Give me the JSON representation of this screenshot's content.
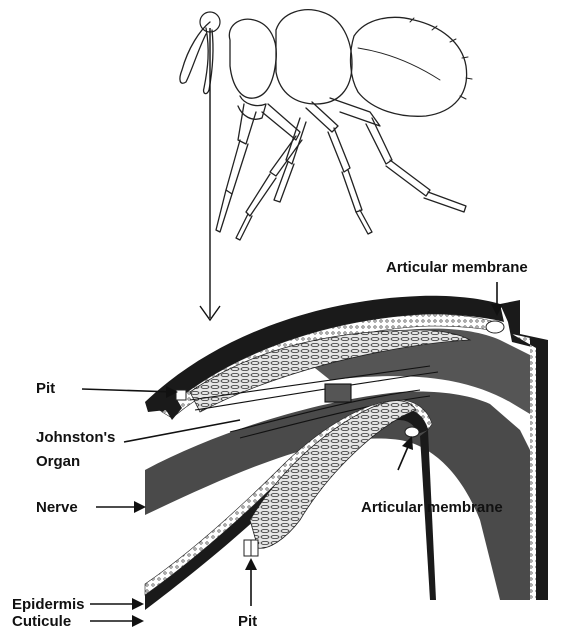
{
  "labels": {
    "articular_membrane_top": "Articular membrane",
    "pit_left": "Pit",
    "johnstons_line1": "Johnston's",
    "johnstons_line2": "Organ",
    "nerve": "Nerve",
    "articular_membrane_bottom": "Articular membrane",
    "epidermis": "Epidermis",
    "cuticule": "Cuticule",
    "pit_bottom": "Pit"
  },
  "colors": {
    "ink": "#111111",
    "nerve_fill": "#4a4a4a",
    "cuticle": "#1a1a1a",
    "tissue": "#d8d8d8",
    "background": "#ffffff"
  }
}
